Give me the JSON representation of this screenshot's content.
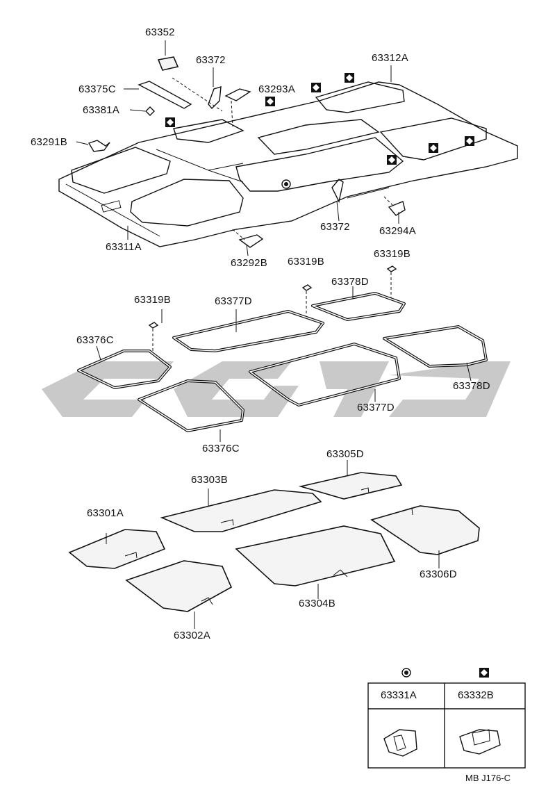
{
  "labels": {
    "p63352": "63352",
    "p63372_top": "63372",
    "p63312A": "63312A",
    "p63375C": "63375C",
    "p63293A": "63293A",
    "p63381A": "63381A",
    "p63291B": "63291B",
    "p63311A": "63311A",
    "p63372_mid": "63372",
    "p63294A": "63294A",
    "p63292B": "63292B",
    "p63319B_a": "63319B",
    "p63319B_b": "63319B",
    "p63319B_c": "63319B",
    "p63378D_a": "63378D",
    "p63377D_a": "63377D",
    "p63376C_a": "63376C",
    "p63377D_b": "63377D",
    "p63378D_b": "63378D",
    "p63376C_b": "63376C",
    "p63305D": "63305D",
    "p63303B": "63303B",
    "p63301A": "63301A",
    "p63306D": "63306D",
    "p63304B": "63304B",
    "p63302A": "63302A"
  },
  "legend": {
    "col1_part": "63331A",
    "col2_part": "63332B",
    "col1_symbol": "circle-dot",
    "col2_symbol": "diamond-in-square"
  },
  "diagram_code": "MB J176-C",
  "colors": {
    "line": "#111111",
    "watermark": "#c9c9c9",
    "background": "#ffffff"
  }
}
